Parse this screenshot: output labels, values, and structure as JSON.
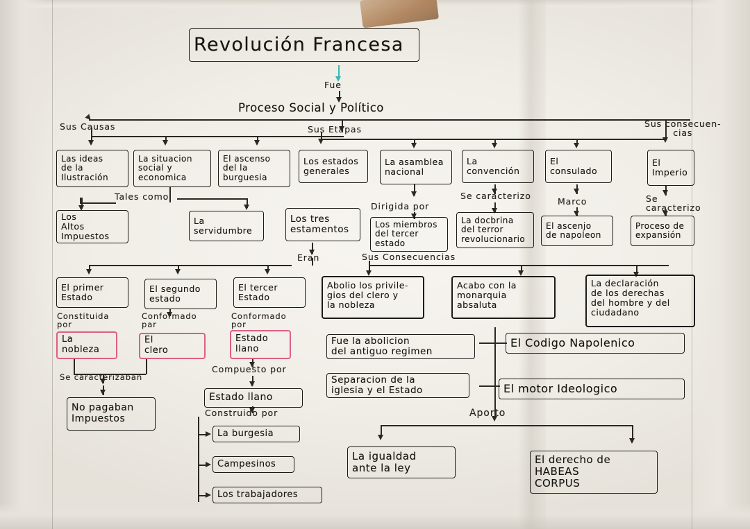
{
  "document": {
    "kind": "hand-drawn concept map",
    "title": "Revolución Francesa",
    "language": "es"
  },
  "colors": {
    "teal": "#6fd2cb",
    "yellow": "#ece77e",
    "pink": "#eda7b8",
    "green": "#9ed88f",
    "salmon": "#f4a183",
    "purple": "#bb91d8",
    "orange": "#f4a06e",
    "light_green": "#c0e39a",
    "ink": "#1c1a17",
    "paper": "#f2efe9"
  },
  "root": {
    "title": "Revolución Francesa",
    "connector_label": "Fue",
    "definition": "Proceso Social y Político"
  },
  "branch_labels": {
    "causes": "Sus Causas",
    "stages": "Sus Etapas",
    "consequences": "Sus consecuen-\ncias"
  },
  "causes": {
    "items": [
      {
        "text": "Las ideas\nde la\nIlustración",
        "color": "pink"
      },
      {
        "text": "La situacion\nsocial y\neconomica",
        "color": "yellow"
      },
      {
        "text": "El ascenso\ndel la\nburguesia",
        "color": "green"
      }
    ],
    "such_as_label": "Tales como",
    "such_as": [
      {
        "text": "Los\nAltos\nImpuestos",
        "color": "yellow"
      },
      {
        "text": "La\nservidumbre",
        "color": "yellow"
      }
    ],
    "estates_box": {
      "text": "Los tres\nestamentos",
      "color": "purple"
    },
    "estates_connector": "Eran",
    "estates": [
      {
        "text": "El primer\nEstado",
        "color": "purple",
        "link": "Constituida\npor",
        "member": "La\nnobleza"
      },
      {
        "text": "El segundo\nestado",
        "color": "purple",
        "link": "Conformado\npar",
        "member": "El\nclero"
      },
      {
        "text": "El tercer\nEstado",
        "color": "purple",
        "link": "Conformado\npor",
        "member": "Estado\nllano"
      }
    ],
    "nobility_clergy_link": "Se caracterizaban",
    "nobility_clergy_result": {
      "text": "No pagaban\nImpuestos",
      "color": "yellow"
    },
    "commoners_link": "Compuesto por",
    "commoners_box": {
      "text": "Estado  llano",
      "color": "green"
    },
    "commoners_build_label": "Construido por",
    "commoners_members": [
      {
        "text": "La burgesia",
        "color": "teal"
      },
      {
        "text": "Campesinos",
        "color": "teal"
      },
      {
        "text": "Los trabajadores",
        "color": "teal"
      }
    ]
  },
  "stages": {
    "items": [
      {
        "text": "Los estados\ngenerales",
        "color": "teal"
      },
      {
        "text": "La asamblea\nnacional",
        "color": "salmon"
      },
      {
        "text": "La\nconvención",
        "color": "teal"
      },
      {
        "text": "El\nconsulado",
        "color": "light_green"
      }
    ],
    "assembly_link": "Dirigida por",
    "assembly_detail": {
      "text": "Los miembros\ndel tercer\nestado",
      "color": "salmon"
    },
    "convention_link": "Se caracterizo",
    "convention_detail": {
      "text": "La docbrina\ndel terror\nrevolucionario",
      "color": "teal"
    },
    "consulate_link": "Marco",
    "consulate_detail": {
      "text": "El ascenjo\nde napoleon",
      "color": "green"
    },
    "consequences_label": "Sus Consecuencias"
  },
  "consequences_branch": {
    "empire_box": {
      "text": "El\nImperio",
      "color": "yellow"
    },
    "empire_link": "Se\ncaracterizo",
    "empire_detail": {
      "text": "Proceso de\nexpansión",
      "color": "yellow"
    }
  },
  "consequences": {
    "items": [
      {
        "text": "Abolio los privile-\ngios del clero y\nla nobleza",
        "color": "orange"
      },
      {
        "text": "Acabo con la\nmonarquia\nabsaluta",
        "color": "orange"
      },
      {
        "text": "La declaración\nde los derechas\ndel hombre y del\nciudadano",
        "color": "orange"
      }
    ],
    "notes": [
      {
        "text": "Fue la abolicion\ndel antiguo regimen",
        "color": "yellow"
      },
      {
        "text": "Separacion de la\niglesia y el Estado",
        "color": "yellow"
      },
      {
        "text": "El Codigo Napolenico",
        "color": "yellow"
      },
      {
        "text": "El motor Ideologico",
        "color": "yellow"
      }
    ],
    "contributed_label": "Aporto",
    "contributions": [
      {
        "text": "La igualdad\nante la ley",
        "color": "purple"
      },
      {
        "text": "El derecho de\nHABEAS\n     CORPUS",
        "color": "purple"
      }
    ]
  }
}
